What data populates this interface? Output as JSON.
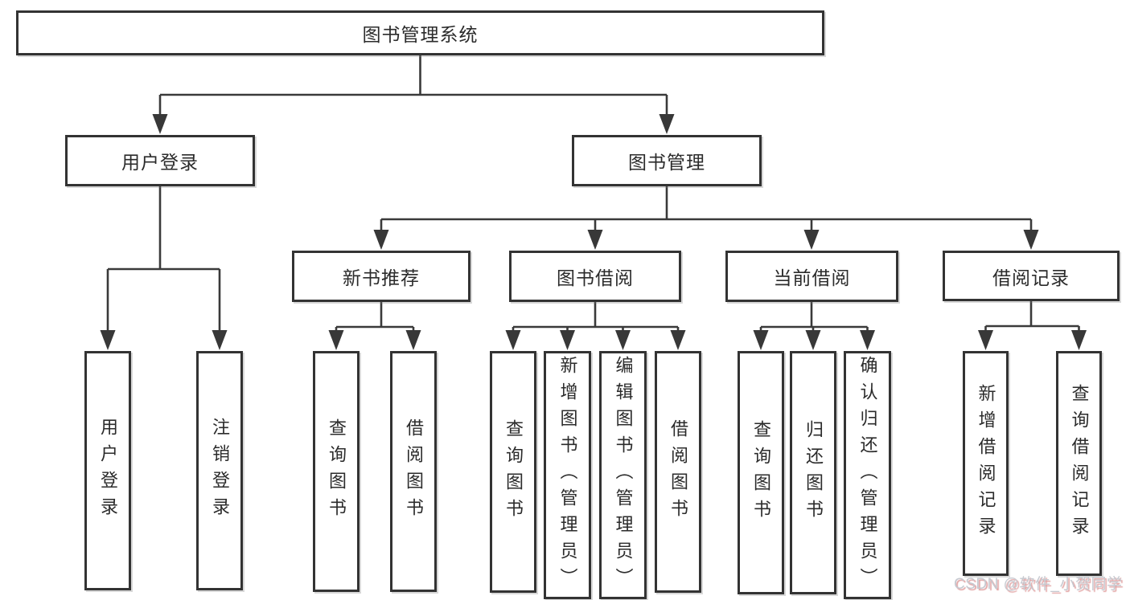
{
  "tree": {
    "label": "图书管理系统",
    "children": [
      {
        "label": "用户登录",
        "children": [
          {
            "label": "用户登录"
          },
          {
            "label": "注销登录"
          }
        ]
      },
      {
        "label": "图书管理",
        "children": [
          {
            "label": "新书推荐",
            "children": [
              {
                "label": "查询图书"
              },
              {
                "label": "借阅图书"
              }
            ]
          },
          {
            "label": "图书借阅",
            "children": [
              {
                "label": "查询图书"
              },
              {
                "label": "新增图书（管理员）"
              },
              {
                "label": "编辑图书（管理员）"
              },
              {
                "label": "借阅图书"
              }
            ]
          },
          {
            "label": "当前借阅",
            "children": [
              {
                "label": "查询图书"
              },
              {
                "label": "归还图书"
              },
              {
                "label": "确认归还（管理员）"
              }
            ]
          },
          {
            "label": "借阅记录",
            "children": [
              {
                "label": "新增借阅记录"
              },
              {
                "label": "查询借阅记录"
              }
            ]
          }
        ]
      }
    ]
  },
  "watermark": {
    "text": "CSDN @软件_小贺同学"
  },
  "colors": {
    "background": "#ffffff",
    "line": "#3a3a3a",
    "box_border": "#333333",
    "text": "#2b2b2b",
    "watermark_text": "#c6c9d0",
    "watermark_shadow": "#d67d7d"
  }
}
